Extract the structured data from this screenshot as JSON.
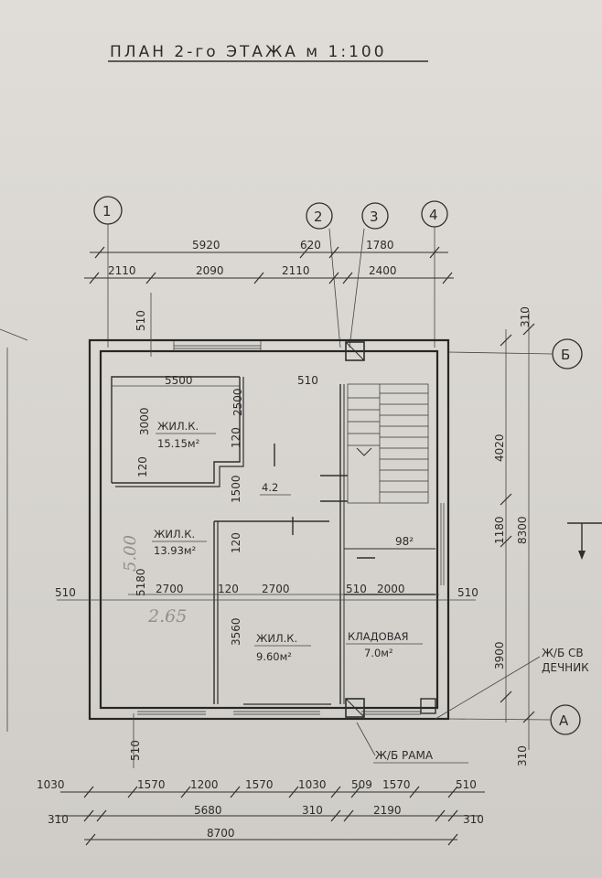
{
  "title": "ПЛАН 2-го ЭТАЖА  м 1:100",
  "axes": {
    "numeric": [
      "1",
      "2",
      "3",
      "4"
    ],
    "letters": [
      "Б",
      "A"
    ]
  },
  "top_dims": {
    "row1": [
      "5920",
      "620",
      "1780"
    ],
    "row2": [
      "2110",
      "2090",
      "2110",
      "2400"
    ]
  },
  "left_dims": [
    "510",
    "510",
    "510"
  ],
  "right_dims": [
    "310",
    "4020",
    "8300",
    "1180",
    "3900",
    "510",
    "310"
  ],
  "inner_dims": {
    "w1": "5500",
    "w2": "510",
    "h1": "3000",
    "h2": "2500",
    "t1": "120",
    "t2": "120",
    "h3": "1500",
    "h4": "5180",
    "h5": "3560",
    "t3": "120",
    "w3": "2700",
    "w4": "120",
    "w5": "2700",
    "w6": "510",
    "w7": "2000"
  },
  "rooms": [
    {
      "name": "ЖИЛ.К.",
      "area": "15.15м²"
    },
    {
      "name": "ЖИЛ.К.",
      "area": "13.93м²"
    },
    {
      "name": "ЖИЛ.К.",
      "area": "9.60м²"
    },
    {
      "name": "КЛАДОВАЯ",
      "area": "7.0м²"
    }
  ],
  "hall_area": "4.2",
  "stair_dim": "98²",
  "bottom_dims": {
    "row1": [
      "1030",
      "1570",
      "1200",
      "1570",
      "1030",
      "509",
      "1570",
      "510"
    ],
    "row2": [
      "310",
      "5680",
      "310",
      "2190",
      "310"
    ],
    "total": "8700"
  },
  "annotations": {
    "frame": "Ж/Б РАМА",
    "right_note1": "Ж/Б СВ",
    "right_note2": "ДЕЧНИК"
  },
  "pencil_notes": [
    "5.00",
    "2.65"
  ]
}
